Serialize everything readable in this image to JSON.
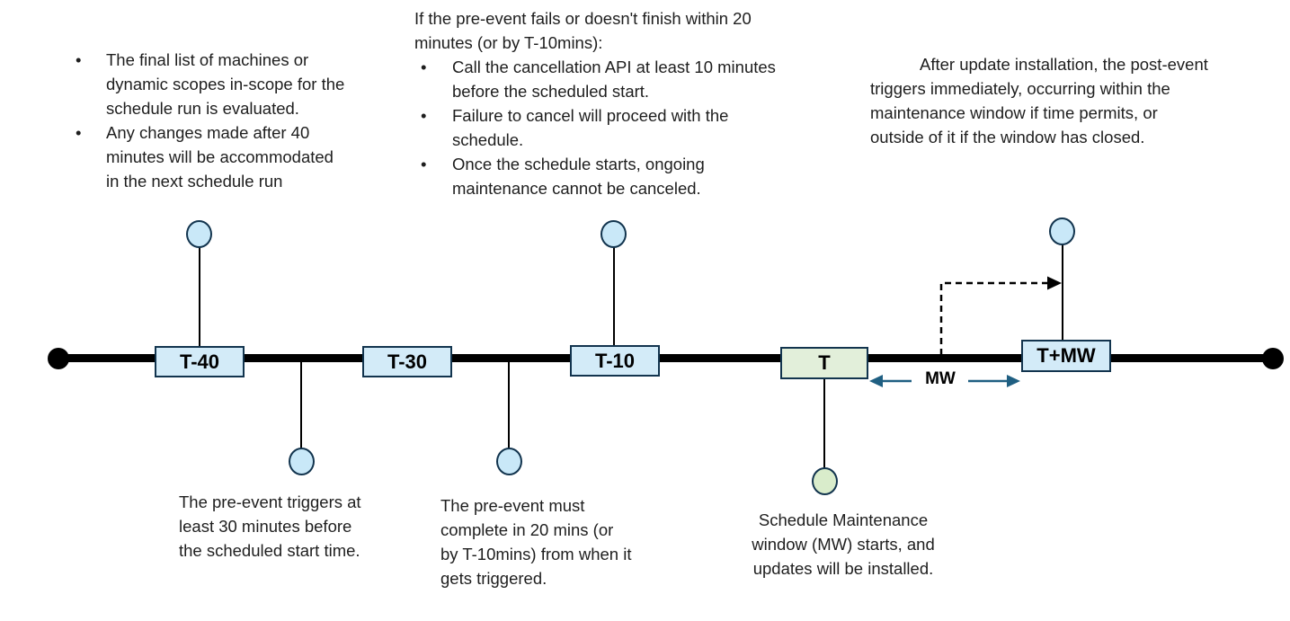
{
  "ui": {
    "bullet": "•"
  },
  "colors": {
    "milestone_blue_fill": "#d3ebf8",
    "milestone_green_fill": "#e2efda",
    "circle_blue_fill": "#c9e8f8",
    "circle_green_fill": "#d9eccb",
    "shape_border": "#12344e",
    "timeline_black": "#000000",
    "mw_arrow_blue": "#1f5f82"
  },
  "notes": {
    "scope_evaluation": {
      "items": [
        {
          "lines": [
            "The final list of machines or",
            "dynamic scopes in-scope for the",
            "schedule run is evaluated."
          ]
        },
        {
          "lines": [
            "Any changes made after 40",
            "minutes will be accommodated",
            "in the next schedule run"
          ]
        }
      ]
    },
    "pre_event_failure": {
      "heading_lines": [
        "If the pre-event fails or doesn't finish within 20",
        "minutes (or by T-10mins):"
      ],
      "items": [
        {
          "lines": [
            "Call the cancellation API at least 10 minutes",
            "before the scheduled start."
          ]
        },
        {
          "lines": [
            "Failure to cancel will proceed with the",
            "schedule."
          ]
        },
        {
          "lines": [
            "Once the schedule starts, ongoing",
            "maintenance cannot be canceled."
          ]
        }
      ]
    },
    "post_event": {
      "lines": [
        "After update installation, the post-event",
        "triggers immediately, occurring within the",
        "maintenance window if time permits, or",
        "outside of it if the window has closed."
      ]
    },
    "pre_event_trigger": {
      "lines": [
        "The pre-event triggers at",
        "least 30 minutes before",
        "the scheduled start time."
      ]
    },
    "pre_event_complete": {
      "lines": [
        "The pre-event must",
        "complete in 20 mins (or",
        "by T-10mins) from when it",
        "gets triggered."
      ]
    },
    "mw_start": {
      "lines": [
        "Schedule Maintenance",
        "window (MW) starts, and",
        "updates will be installed."
      ]
    }
  },
  "timeline": {
    "milestones": [
      {
        "label": "T-40"
      },
      {
        "label": "T-30"
      },
      {
        "label": "T-10"
      },
      {
        "label": "T"
      },
      {
        "label": "T+MW"
      }
    ],
    "mw_label": "MW"
  }
}
